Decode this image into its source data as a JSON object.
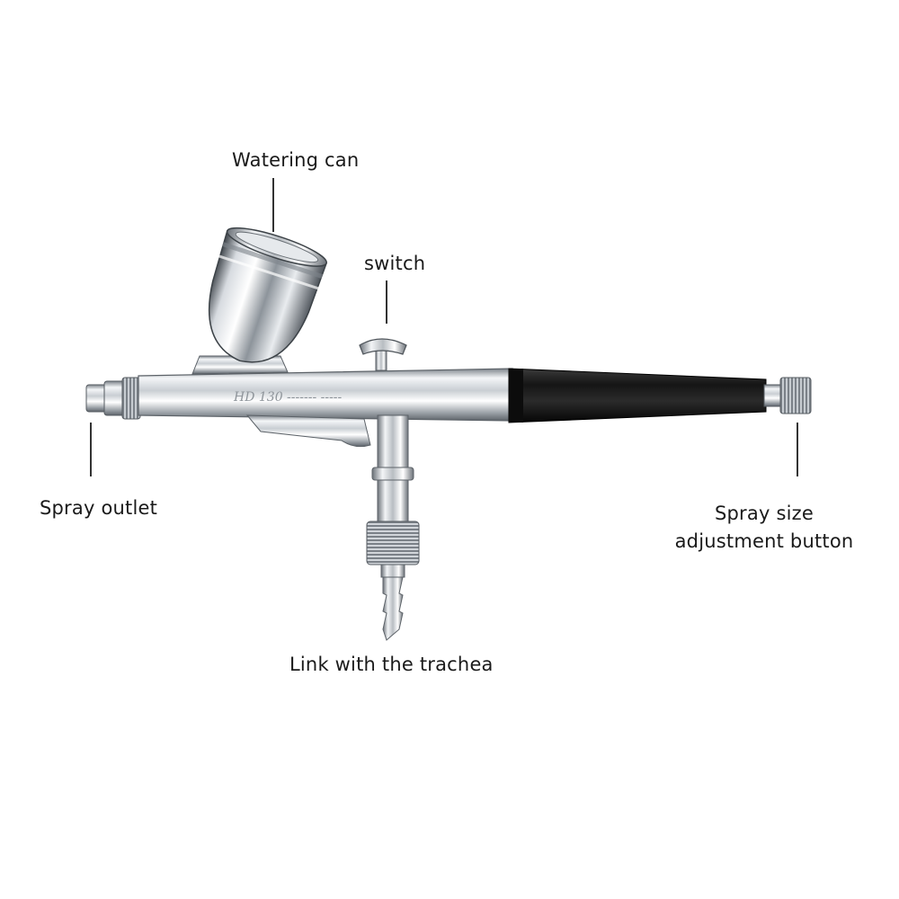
{
  "labels": {
    "watering_can": "Watering can",
    "switch": "switch",
    "spray_outlet": "Spray outlet",
    "spray_size_line1": "Spray size",
    "spray_size_line2": "adjustment button",
    "link_trachea": "Link with the trachea"
  },
  "icons": {
    "airbrush": "airbrush-icon"
  },
  "colors": {
    "background": "#ffffff",
    "text": "#1a1a1a",
    "leader": "#333333",
    "chrome_light": "#f4f6f8",
    "chrome_mid": "#b9bec4",
    "chrome_dark": "#5d636a",
    "handle": "#111111"
  }
}
